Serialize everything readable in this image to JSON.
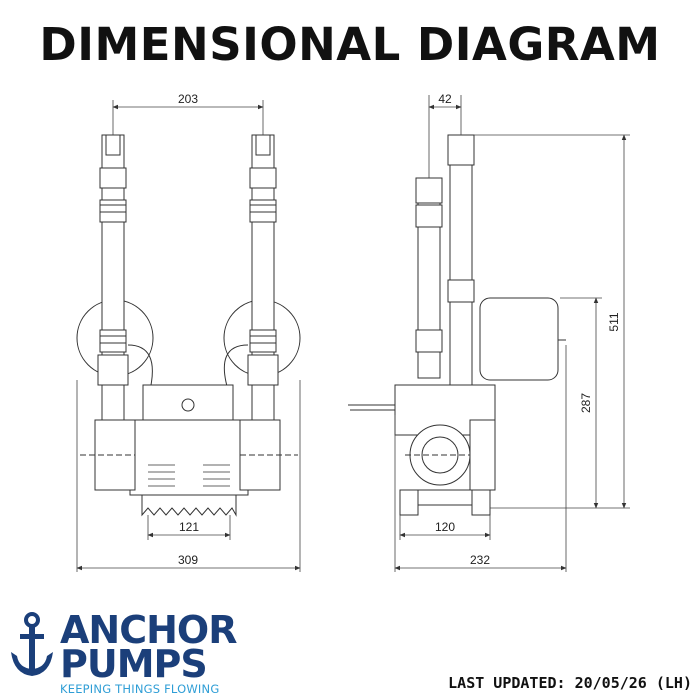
{
  "title": "DIMENSIONAL DIAGRAM",
  "dimensions": {
    "front_width_outlets": "203",
    "front_base_width": "121",
    "front_overall_width": "309",
    "side_offset": "42",
    "side_overall_height": "511",
    "side_inlet_height": "287",
    "side_base_width": "120",
    "side_overall_depth": "232"
  },
  "brand": {
    "line1": "ANCHOR",
    "line2": "PUMPS",
    "tagline": "KEEPING THINGS FLOWING"
  },
  "footer": {
    "last_updated": "LAST UPDATED: 20/05/26 (LH)"
  },
  "colors": {
    "brand_navy": "#1b3f7a",
    "brand_blue": "#2f9ed6",
    "line": "#333333"
  }
}
